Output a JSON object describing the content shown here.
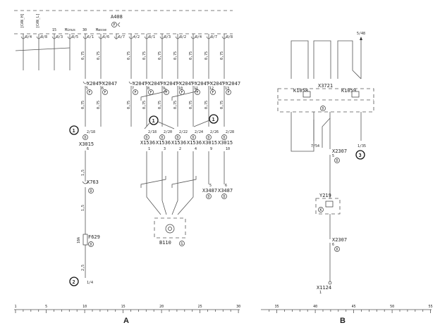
{
  "a408": {
    "name": "A408",
    "badge": "F"
  },
  "bus_labels": [
    "[CAN_H]",
    "[CAN_L]",
    "15",
    "Minus",
    "30",
    "Masse"
  ],
  "a408_pins": [
    "8/4",
    "8/8",
    "8/3",
    "8/5",
    "6/1",
    "6/6",
    "6/7",
    "4/2",
    "8/1",
    "8/3",
    "8/2",
    "8/4",
    "8/7",
    "8/8"
  ],
  "x2047": {
    "name": "X2047",
    "badge": "F",
    "pins": [
      "5",
      "6",
      "7",
      "8",
      "9",
      "10",
      "11",
      "12",
      "13"
    ]
  },
  "lower_connectors": [
    {
      "name": "X3015",
      "ref": "2/18",
      "pin": "6",
      "badge": "D"
    },
    {
      "name": "X1536",
      "ref": "2/18",
      "pin": "1",
      "badge": "D"
    },
    {
      "name": "X1536",
      "ref": "2/20",
      "pin": "3",
      "badge": "D"
    },
    {
      "name": "X1536",
      "ref": "2/22",
      "pin": "2",
      "badge": "D"
    },
    {
      "name": "X1536",
      "ref": "2/24",
      "pin": "4",
      "badge": "D"
    },
    {
      "name": "X3015",
      "ref": "2/26",
      "pin": "9",
      "badge": "D"
    },
    {
      "name": "X3015",
      "ref": "2/28",
      "pin": "10",
      "badge": "D"
    }
  ],
  "x763": {
    "name": "X763",
    "badge": "D"
  },
  "x3487": [
    {
      "name": "X3487",
      "pin": "5",
      "badge": "D"
    },
    {
      "name": "X3487",
      "pin": "6",
      "badge": "D"
    }
  ],
  "b110": {
    "name": "B110",
    "badge": "G"
  },
  "f629": {
    "name": "F629",
    "value": "10A",
    "badge": "D"
  },
  "markers": {
    "m1": "1",
    "m2": "2",
    "m3": "3"
  },
  "ref_left_bottom": "1/4",
  "wire_labels": [
    "0,75",
    "1,5",
    "2,5"
  ],
  "right": {
    "k1058": "K1058",
    "k1059": "K1059",
    "x3721": "X3721",
    "x3721_badge": "D",
    "ref_top": "5/48",
    "ref_7_54": "7/54",
    "ref_1_35": "1/35",
    "x2307_1": {
      "name": "X2307",
      "pin": "5",
      "badge": "D"
    },
    "y219": {
      "name": "Y219",
      "badge": "K"
    },
    "x2307_2": {
      "name": "X2307",
      "pin": "6",
      "badge": "D"
    },
    "x1124": {
      "name": "X1124",
      "pin": "1"
    }
  },
  "ruler": {
    "ticks": [
      "1",
      "5",
      "10",
      "15",
      "20",
      "25",
      "30",
      "35",
      "40",
      "45",
      "50",
      "55"
    ],
    "sections": [
      "A",
      "B"
    ]
  }
}
